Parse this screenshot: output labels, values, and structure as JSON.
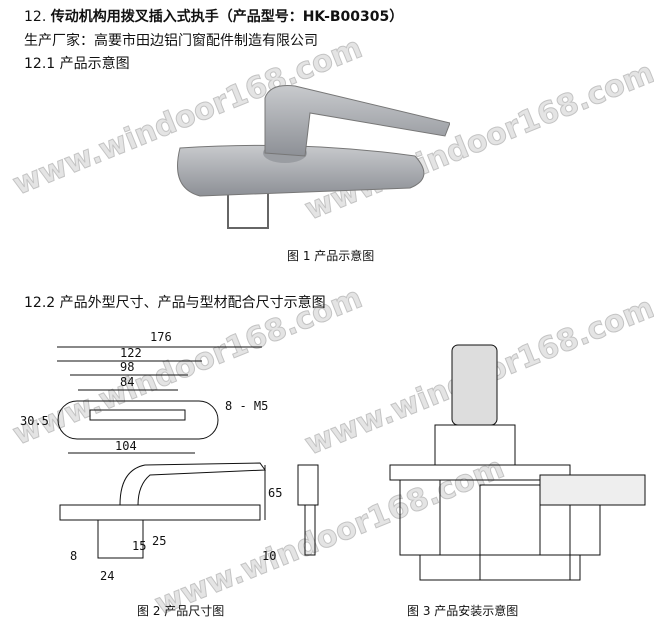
{
  "header": {
    "num": "12.",
    "title": "传动机构用拨叉插入式执手",
    "model": "（产品型号：HK-B00305）",
    "maker": "生产厂家：高要市田边铝门窗配件制造有限公司",
    "sec1": "12.1 产品示意图"
  },
  "fig1": {
    "caption": "图 1 产品示意图"
  },
  "sec2": "12.2 产品外型尺寸、产品与型材配合尺寸示意图",
  "fig2": {
    "caption": "图 2 产品尺寸图",
    "dims": {
      "d176": "176",
      "d122": "122",
      "d98": "98",
      "d84": "84",
      "screws": "8 - M5",
      "h30": "30.5",
      "d104": "104",
      "h65": "65",
      "h15": "15",
      "h25": "25",
      "w8": "8",
      "w24": "24",
      "w10": "10"
    }
  },
  "fig3": {
    "caption": "图 3 产品安装示意图"
  },
  "watermark": "www.windoor168.com"
}
